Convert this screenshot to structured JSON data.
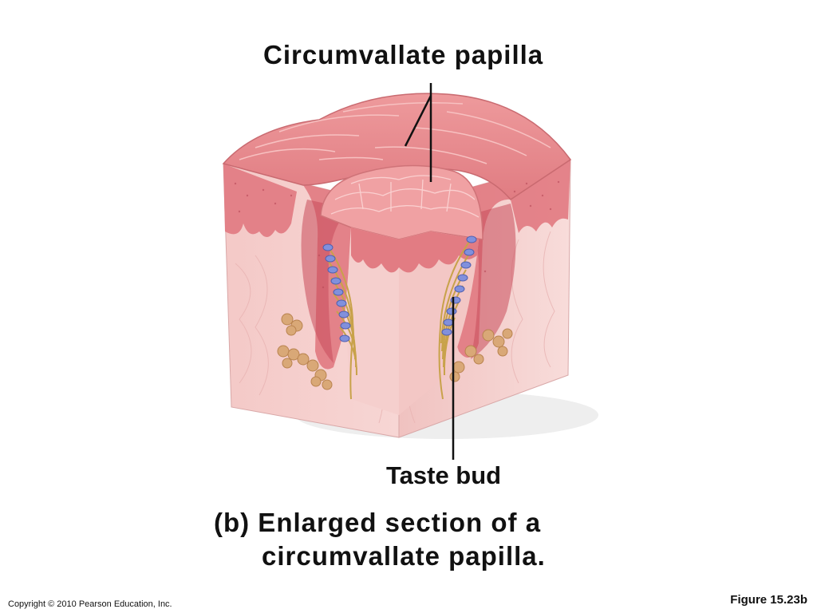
{
  "labels": {
    "papilla": "Circumvallate papilla",
    "taste_bud": "Taste bud"
  },
  "caption": {
    "line1": "(b) Enlarged section of a",
    "line2": "circumvallate papilla."
  },
  "footer": {
    "copyright": "Copyright © 2010 Pearson Education, Inc.",
    "figure": "Figure 15.23b"
  },
  "colors": {
    "surface": "#e9868a",
    "surface_light": "#f3aeb0",
    "epithelium": "#d96a74",
    "lamina": "#f2c6c6",
    "gland": "#d8a574",
    "taste_bud": "#7f8fd8",
    "nerve": "#c8a24a"
  }
}
